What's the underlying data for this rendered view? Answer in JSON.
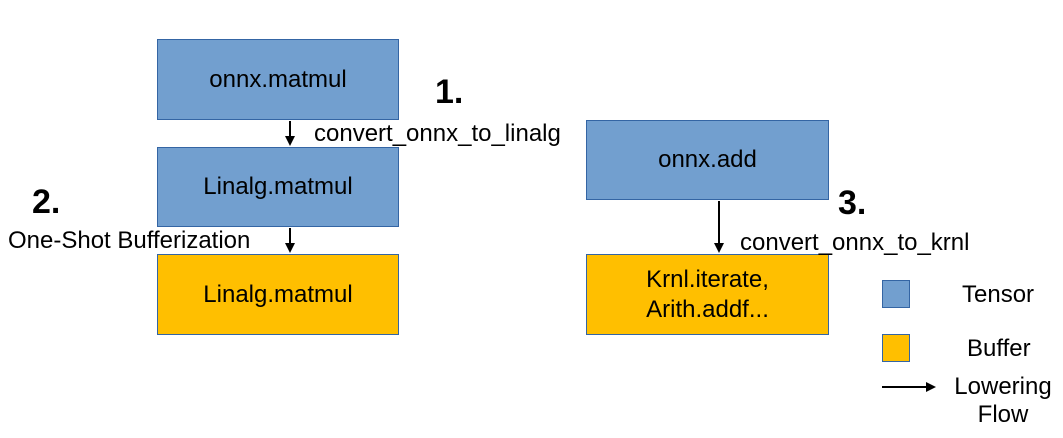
{
  "colors": {
    "tensor": "#729fcf",
    "buffer": "#ffbf00"
  },
  "nodes": {
    "onnx_matmul": "onnx.matmul",
    "linalg_matmul_tensor": "Linalg.matmul",
    "linalg_matmul_buffer": "Linalg.matmul",
    "onnx_add": "onnx.add",
    "krnl_line1": "Krnl.iterate,",
    "krnl_line2": "Arith.addf..."
  },
  "steps": {
    "step1": "1.",
    "step2": "2.",
    "step3": "3."
  },
  "edges": {
    "convert_linalg": "convert_onnx_to_linalg",
    "bufferization": "One-Shot Bufferization",
    "convert_krnl": "convert_onnx_to_krnl"
  },
  "legend": {
    "tensor": "Tensor",
    "buffer": "Buffer",
    "flow_line1": "Lowering",
    "flow_line2": "Flow"
  }
}
